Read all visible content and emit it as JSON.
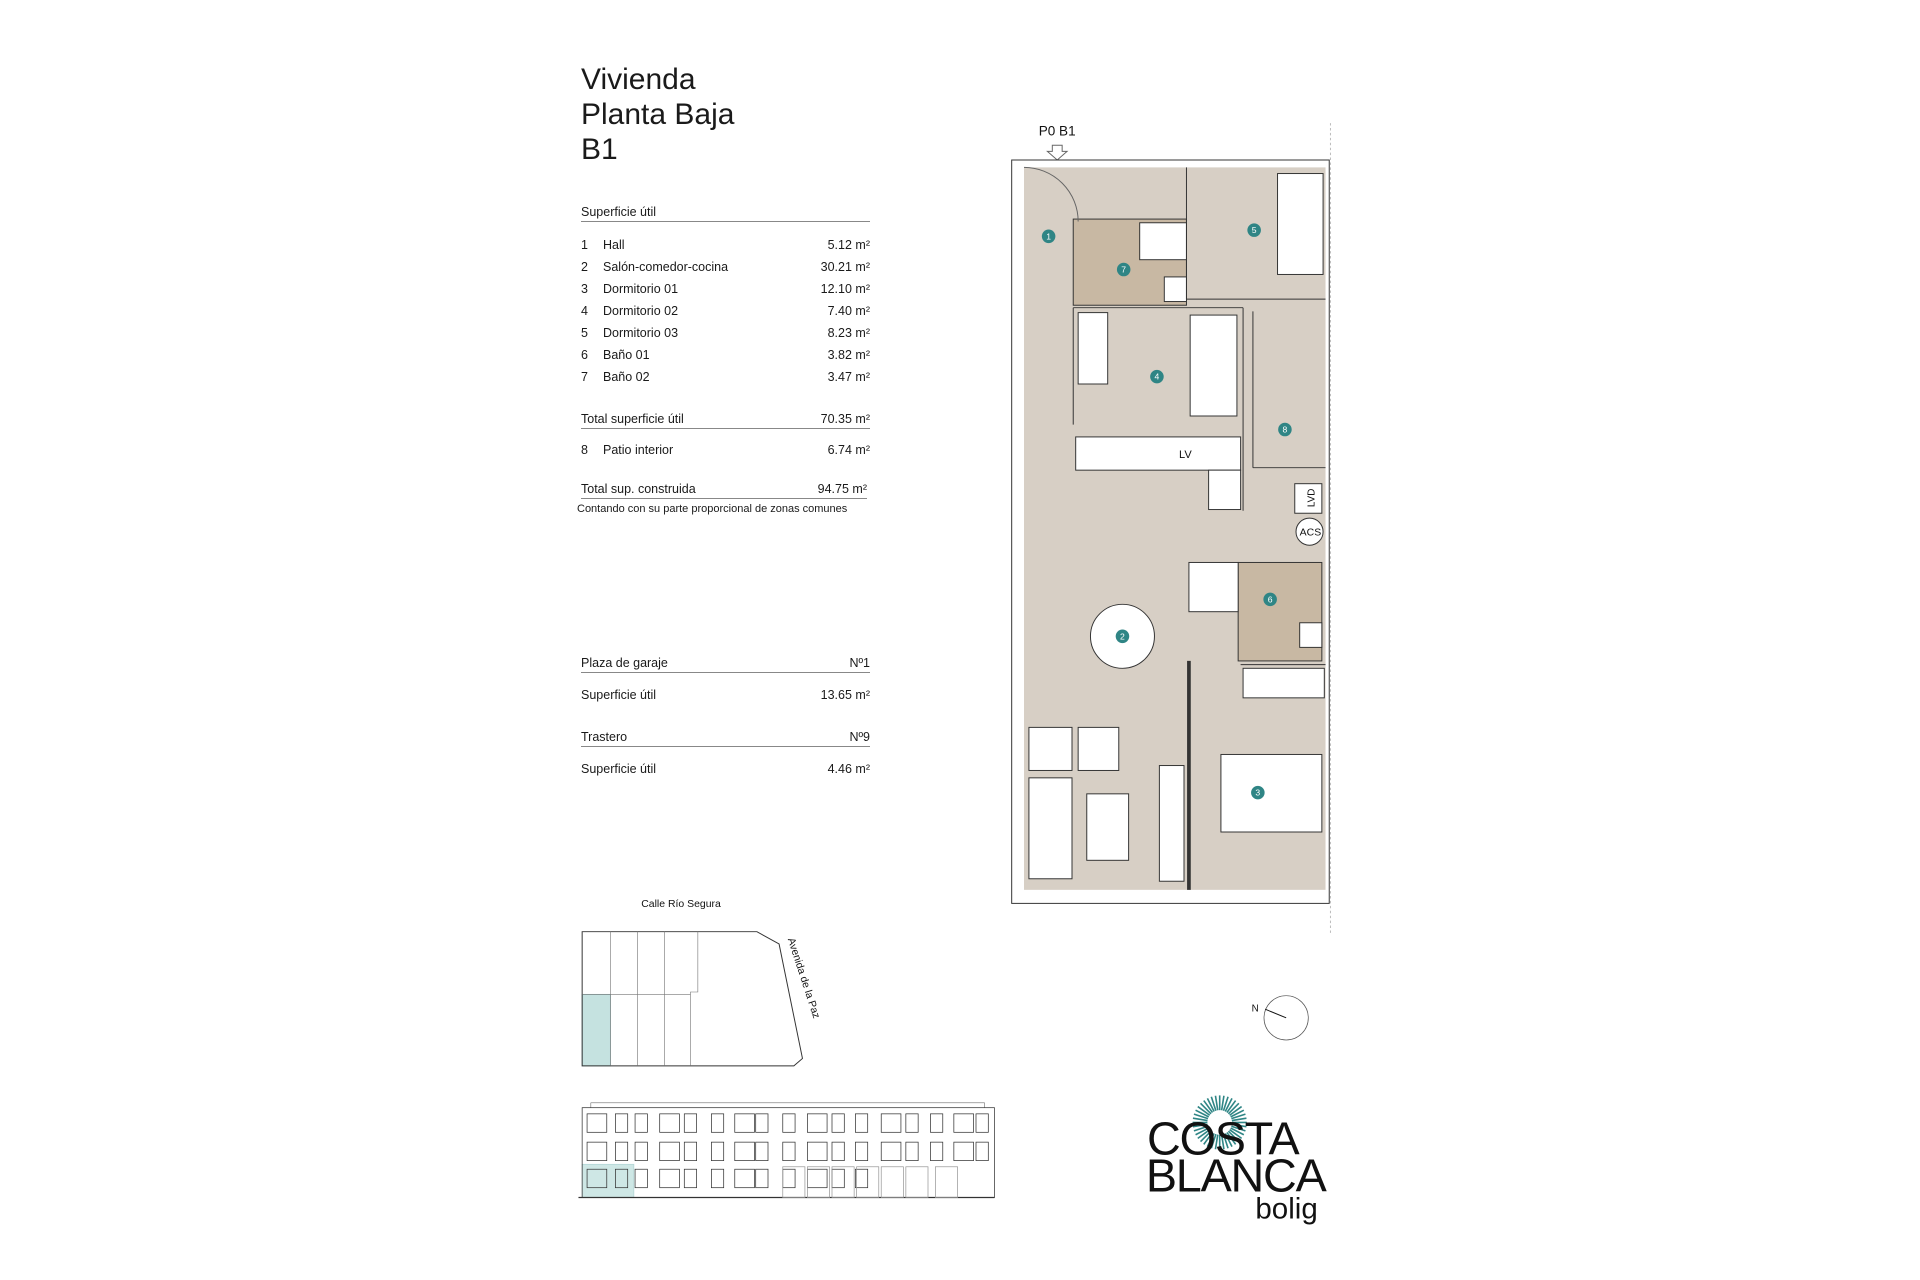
{
  "title": {
    "line1": "Vivienda",
    "line2": "Planta Baja",
    "line3": "B1"
  },
  "surface": {
    "header": "Superficie útil",
    "rooms": [
      {
        "num": "1",
        "name": "Hall",
        "area": "5.12 m²"
      },
      {
        "num": "2",
        "name": "Salón-comedor-cocina",
        "area": "30.21 m²"
      },
      {
        "num": "3",
        "name": "Dormitorio 01",
        "area": "12.10 m²"
      },
      {
        "num": "4",
        "name": "Dormitorio 02",
        "area": "7.40 m²"
      },
      {
        "num": "5",
        "name": "Dormitorio 03",
        "area": "8.23 m²"
      },
      {
        "num": "6",
        "name": "Baño 01",
        "area": "3.82 m²"
      },
      {
        "num": "7",
        "name": "Baño 02",
        "area": "3.47 m²"
      }
    ],
    "total_label": "Total superficie útil",
    "total_value": "70.35 m²",
    "patio": {
      "num": "8",
      "name": "Patio interior",
      "area": "6.74 m²"
    },
    "built_label": "Total sup. construida",
    "built_value": "94.75 m²",
    "note": "Contando con su parte proporcional de zonas comunes"
  },
  "garage": {
    "label": "Plaza de garaje",
    "number": "Nº1",
    "area_label": "Superficie útil",
    "area": "13.65 m²"
  },
  "storage": {
    "label": "Trastero",
    "number": "Nº9",
    "area_label": "Superficie útil",
    "area": "4.46 m²"
  },
  "plan": {
    "entrance_label": "P0 B1",
    "markers": [
      "1",
      "2",
      "3",
      "4",
      "5",
      "6",
      "7",
      "8"
    ],
    "lv": "LV",
    "lvd": "LVD",
    "acs": "ACS"
  },
  "site": {
    "street_top": "Calle Río Segura",
    "street_right": "Avenida de la Paz"
  },
  "compass": {
    "north": "N"
  },
  "logo": {
    "line1": "COSTA",
    "line2": "BLANCA",
    "line3": "bolig"
  },
  "colors": {
    "floor": "#d7cfc5",
    "bath": "#c8b8a3",
    "marker": "#2f8585",
    "highlight": "#9fd0cc"
  }
}
